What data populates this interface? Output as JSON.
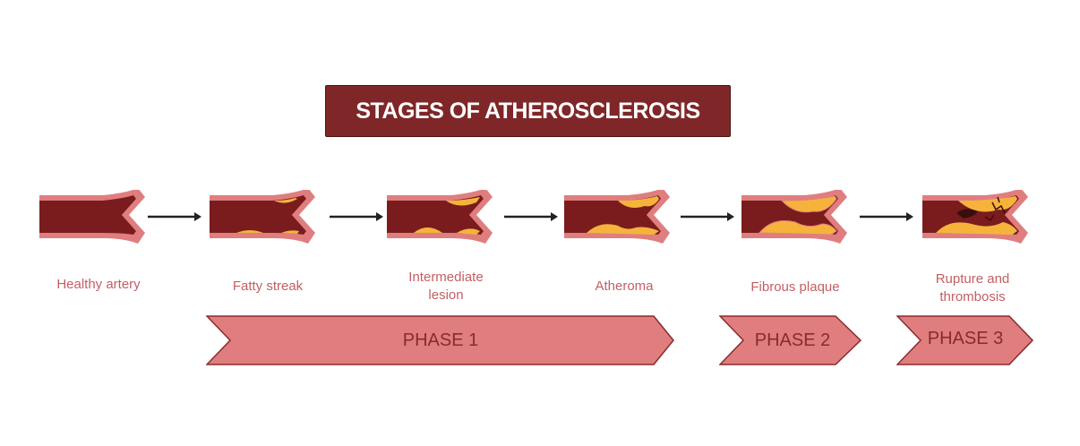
{
  "title": "STAGES OF ATHEROSCLEROSIS",
  "colors": {
    "title_bg": "#7f2728",
    "artery_wall": "#e07e7f",
    "artery_lumen": "#7a1c1d",
    "plaque": "#f5b33c",
    "label_text": "#c25f63",
    "phase_fill": "#e07e7f",
    "phase_stroke": "#8a2a2c"
  },
  "stages": [
    {
      "label": "Healthy artery",
      "plaque": "none"
    },
    {
      "label": "Fatty streak",
      "plaque": "small"
    },
    {
      "label": "Intermediate lesion",
      "label_lines": [
        "Intermediate",
        "lesion"
      ],
      "plaque": "medium"
    },
    {
      "label": "Atheroma",
      "plaque": "large"
    },
    {
      "label": "Fibrous plaque",
      "plaque": "fibrous"
    },
    {
      "label": "Rupture and thrombosis",
      "label_lines": [
        "Rupture and",
        "thrombosis"
      ],
      "plaque": "rupture"
    }
  ],
  "phases": [
    {
      "label": "PHASE 1"
    },
    {
      "label": "PHASE 2"
    },
    {
      "label": "PHASE 3"
    }
  ]
}
